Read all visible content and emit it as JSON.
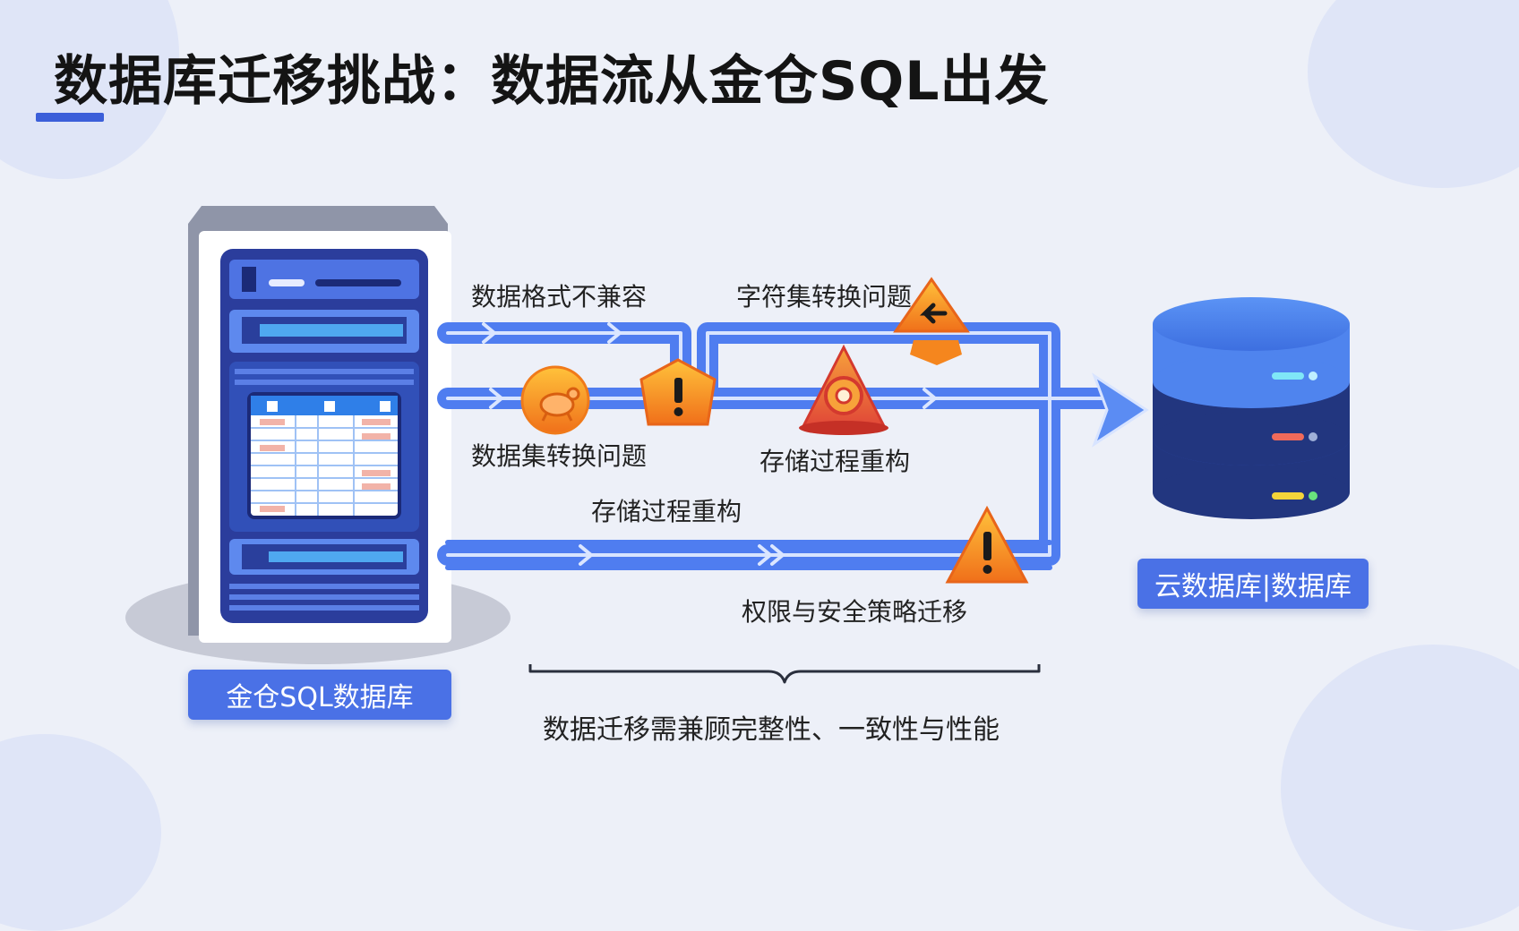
{
  "title": "数据库迁移挑战：数据流从金仓SQL出发",
  "source_label": "金仓SQL数据库",
  "target_label": "云数据库|数据库",
  "challenges": {
    "format": "数据格式不兼容",
    "charset_top": "字符集转换问题",
    "charset_bottom": "数据集转换问题",
    "procedure_mid": "存储过程重构",
    "procedure_low": "存储过程重构",
    "permissions": "权限与安全策略迁移"
  },
  "summary": "数据迁移需兼顾完整性、一致性与性能",
  "colors": {
    "accent": "#3c5fd9",
    "flow": "#4f7df0",
    "warning_orange": "#f59a1b",
    "warning_red": "#e2473d",
    "server_dark": "#2b3d9c"
  },
  "icons": [
    "server-icon",
    "turtle-icon",
    "warning-hexagon-icon",
    "warning-triangle-arrow-icon",
    "gear-cone-icon",
    "warning-triangle-icon",
    "database-icon"
  ]
}
